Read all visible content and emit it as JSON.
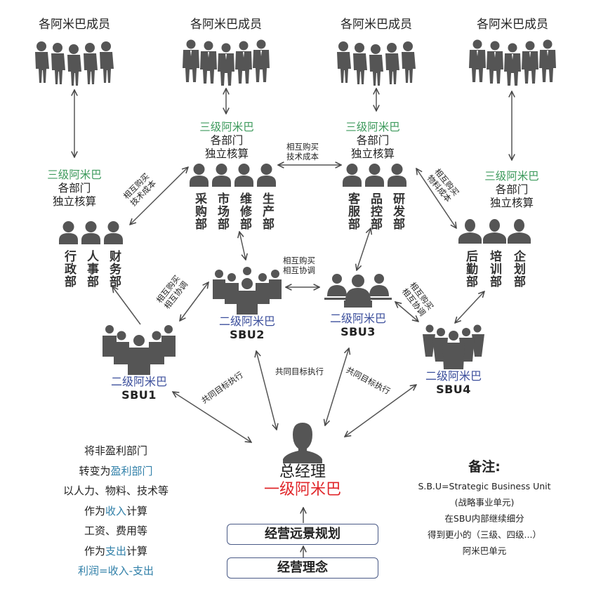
{
  "colors": {
    "level3_green": "#3d9a5c",
    "level2_blue": "#3c4f9c",
    "level1_red": "#e0262a",
    "highlight_teal": "#2f7fa8",
    "icon_gray": "#555555"
  },
  "members": [
    {
      "label": "各阿米巴成员"
    },
    {
      "label": "各阿米巴成员"
    },
    {
      "label": "各阿米巴成员"
    },
    {
      "label": "各阿米巴成员"
    }
  ],
  "level3_groups": [
    {
      "title": "三级阿米巴",
      "line1": "各部门",
      "line2": "独立核算",
      "departments": [
        "行政部",
        "人事部",
        "财务部"
      ]
    },
    {
      "title": "三级阿米巴",
      "line1": "各部门",
      "line2": "独立核算",
      "departments": [
        "采购部",
        "市场部",
        "维修部",
        "生产部"
      ]
    },
    {
      "title": "三级阿米巴",
      "line1": "各部门",
      "line2": "独立核算",
      "departments": [
        "客服部",
        "品控部",
        "研发部"
      ]
    },
    {
      "title": "三级阿米巴",
      "line1": "各部门",
      "line2": "独立核算",
      "departments": [
        "后勤部",
        "培训部",
        "企划部"
      ]
    }
  ],
  "level2_sbus": [
    {
      "title": "二级阿米巴",
      "code": "SBU1"
    },
    {
      "title": "二级阿米巴",
      "code": "SBU2"
    },
    {
      "title": "二级阿米巴",
      "code": "SBU3"
    },
    {
      "title": "二级阿米巴",
      "code": "SBU4"
    }
  ],
  "relations": {
    "tech_cost_left": [
      "相互购买",
      "技术成本"
    ],
    "tech_cost_top": [
      "相互购买",
      "技术成本"
    ],
    "material_cost": [
      "相互购买",
      "物料成本"
    ],
    "sbu1_sbu2": [
      "相互购买",
      "相互协调"
    ],
    "sbu2_sbu3": [
      "相互购买",
      "相互协调"
    ],
    "sbu3_sbu4": [
      "相互购买",
      "相互协调"
    ],
    "common_goal": "共同目标执行"
  },
  "level1": {
    "title": "总经理",
    "subtitle": "一级阿米巴"
  },
  "foundation": {
    "vision": "经营远景规划",
    "philosophy": "经营理念"
  },
  "left_note": {
    "line1": "将非盈利部门",
    "line2_prefix": "转变为",
    "line2_highlight": "盈利部门",
    "line3": "以人力、物料、技术等",
    "line4_prefix": "作为",
    "line4_highlight": "收入",
    "line4_suffix": "计算",
    "line5": "工资、费用等",
    "line6_prefix": "作为",
    "line6_highlight": "支出",
    "line6_suffix": "计算",
    "line7": "利润=收入-支出"
  },
  "right_note": {
    "header": "备注:",
    "lines": [
      "S.B.U=Strategic Business Unit",
      "(战略事业单元)",
      "在SBU内部继续细分",
      "得到更小的（三级、四级...）",
      "阿米巴单元"
    ]
  }
}
